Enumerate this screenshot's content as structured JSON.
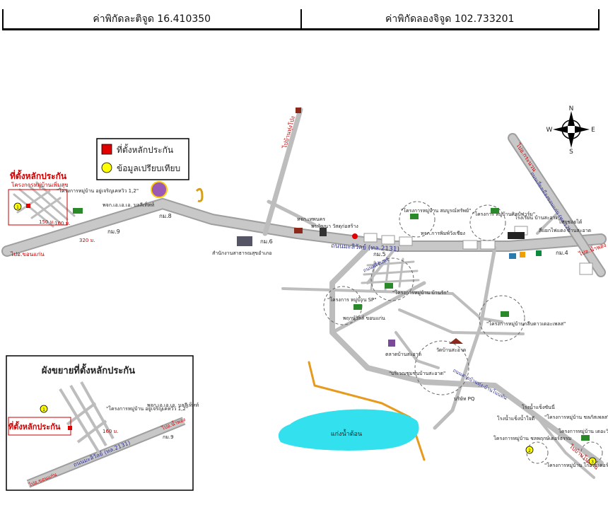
{
  "coords": {
    "lat_label": "ค่าพิกัดละติจูด",
    "lat_value": "16.410350",
    "lon_label": "ค่าพิกัดลองจิจูด",
    "lon_value": "102.733201"
  },
  "compass": {
    "n": "N",
    "s": "S",
    "e": "E",
    "w": "W"
  },
  "legend": {
    "collateral": "ที่ตั้งหลักประกัน",
    "comparison": "ข้อมูลเปรียบเทียบ"
  },
  "colors": {
    "road": "#bdbdbd",
    "road_dark": "#9e9e9e",
    "water": "#33e0ee",
    "orange_road": "#e69a1e",
    "marker_red": "#e00000",
    "marker_yellow": "#ffff00",
    "road_label": "#333399"
  },
  "main_map": {
    "collateral_title": "ที่ตั้งหลักประกัน",
    "collateral_sub": "โครงการหมู่บ้านเพิ่มสุข",
    "to_khon_kaen_left": "ไปอ.ขอนแก่น",
    "to_top": "ไปบ้านทุ่งโป่ง",
    "to_right_top": "ไปอ.กระนวน",
    "to_right": "ไปอ.น้ำพอง",
    "to_bottom_right": "ไปบ้านโนนทัน",
    "dist_150": "150 ม.",
    "dist_160": "160 ม.",
    "dist_320": "320 ม.",
    "project_12": "\"โครงการหมู่บ้าน อยู่เจริญเคหวิว 1,2\"",
    "pea": "พจก.เอ.เอ.เอ. บลลีเท็ทท์",
    "km9": "กม.9",
    "km8": "กม.8",
    "km6": "กม.6",
    "km5": "กม.5",
    "km4": "กม.4",
    "district_office": "สำนักงานสาธารณสุขอำเภอ",
    "road_main": "ถนนมะลิวัลย์ (ทล.2131)",
    "road_branch": "ถนนสายบ้านทุ่ง-บ้านโนนทัน",
    "road_cross": "ถนนศรีจันทร์",
    "road_right": "ถนนเลี่ยงเมืองขอนแก่น (ทล.12)",
    "shop_1": "หจก.เทพนคร",
    "shop_2": "พรพัฒนา วัสดุก่อสร้าง",
    "proj_sinthani": "\"โครงการหมู่บ้าน สมบูรณ์ทรัพย์\"",
    "proj_pracha": "หจก.การพิมพ์วังเชียง",
    "proj_lakeview": "\"โครงการ หมู่บ้านศิลป์ฟาร์ม\"",
    "school": "โรงเรียน บ้านสะอาด",
    "rail": "สี่แยกไฟแดง บ้านสะอาด",
    "bigc": "ไทยช่อยได้",
    "proj_banwan": "\"โครงการหมู่บ้าน บ้านรัก\"",
    "proj_sp": "\"โครงการ หมู่บ้าน SP\"",
    "gas": "พฤกษ์วิลล์ ขอนแก่น",
    "proj_bonnanan": "\"โครงการหมู่บ้านกลีบดาวเดอะเพลส\"",
    "market": "ตลาดบ้านสะอาด",
    "temple": "วัดบ้านสะอาด",
    "community": "\"บริเวณชุมชนบ้านสะอาด\"",
    "lake": "แก่งน้ำต้อน",
    "company": "บริษัท PQ",
    "factory_1": "โรงน้ำแข็งซันนี่",
    "factory_2": "โรงน้ำแข็งน้ำใจดี",
    "proj_dream": "โครงการหมู่บ้าน ชลพฤกษ์เดอร์ธรรม",
    "proj_kamol": "\"โครงการหมู่บ้าน ชลภัสเพลส\"",
    "proj_green": "โครงการหมู่บ้าน เดอะวิว (ทะเลสาบ)",
    "proj_last": "\"โครงการหมู่บ้าน โกอวยเดอร์ปาร์ค\"",
    "marker_1": "1",
    "marker_2": "2",
    "marker_3": "3"
  },
  "inset": {
    "title": "ผังขยายที่ตั้งหลักประกัน",
    "collateral": "ที่ตั้งหลักประกัน",
    "project": "\"โครงการหมู่บ้าน อยู่เจริญเคหวิว 1,2\"",
    "pea": "พจก.เอ.เอ.เอ. บลลีเท็ทท์",
    "km9": "กม.9",
    "dist_160": "160 ม.",
    "road": "ถนนมะลิวัลย์ (ทล.2131)",
    "to_left": "ไปอ.ขอนแก่น",
    "to_right": "ไปอ.น้ำพอง",
    "marker_1": "1"
  }
}
